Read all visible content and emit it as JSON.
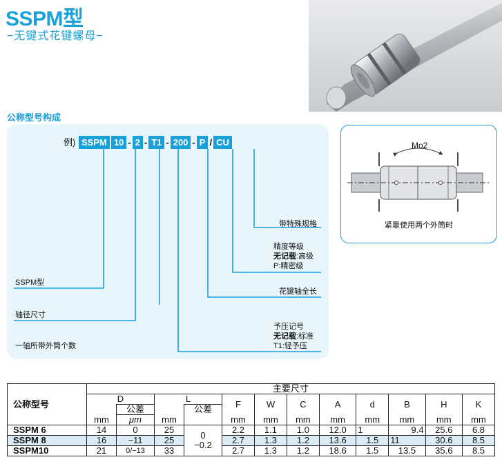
{
  "title": "SSPM型",
  "subtitle": "−无键式花键螺母−",
  "section_title": "公称型号构成",
  "code": {
    "prefix": "例)",
    "parts": [
      "SSPM",
      "10",
      "2",
      "T1",
      "200",
      "P",
      "CU"
    ],
    "separators": [
      "",
      "-",
      "-",
      "-",
      "-",
      "/"
    ]
  },
  "labels": {
    "special": "带特殊规格",
    "precision_title": "精度等级",
    "precision_none_key": "无记载",
    "precision_none_val": ":高级",
    "precision_p": "P:精密级",
    "length": "花键轴全长",
    "preload_title": "予压记号",
    "preload_none_key": "无记载",
    "preload_none_val": ":标准",
    "preload_t1": "T1:轻予压",
    "type": "SSPM型",
    "shaft_dia": "轴径尺寸",
    "outer_count": "一轴所带外筒个数"
  },
  "detail": {
    "moment_label": "Mo2",
    "caption": "紧靠使用两个外筒时"
  },
  "table": {
    "main_header": "主要尺寸",
    "col_model": "公称型号",
    "col_D": "D",
    "col_L": "L",
    "col_tol": "公差",
    "col_tol_unit": "μm",
    "cols": [
      "F",
      "W",
      "C",
      "A",
      "d",
      "B",
      "H",
      "K"
    ],
    "unit": "mm",
    "tol_L_top": "0",
    "tol_L_bottom": "−0.2",
    "rows": [
      {
        "model": "SSPM  6",
        "D": "14",
        "D_tol": "0",
        "L": "25",
        "F": "2.2",
        "W": "1.1",
        "C": "1.0",
        "A": "12.0",
        "d": "1",
        "B": "9.4",
        "H": "25.6",
        "K": "6.8"
      },
      {
        "model": "SSPM  8",
        "D": "16",
        "D_tol": "−11",
        "L": "25",
        "F": "2.7",
        "W": "1.3",
        "C": "1.2",
        "A": "13.6",
        "d": "1.5",
        "B": "11",
        "H": "30.6",
        "K": "8.5"
      },
      {
        "model": "SSPM10",
        "D": "21",
        "D_tol": "0/−13",
        "L": "33",
        "F": "2.7",
        "W": "1.3",
        "C": "1.2",
        "A": "18.6",
        "d": "1.5",
        "B": "13.5",
        "H": "35.6",
        "K": "8.5"
      }
    ]
  },
  "colors": {
    "accent": "#1aa0d8",
    "panel": "#e8f5fb",
    "shade": "#dcecf6"
  }
}
